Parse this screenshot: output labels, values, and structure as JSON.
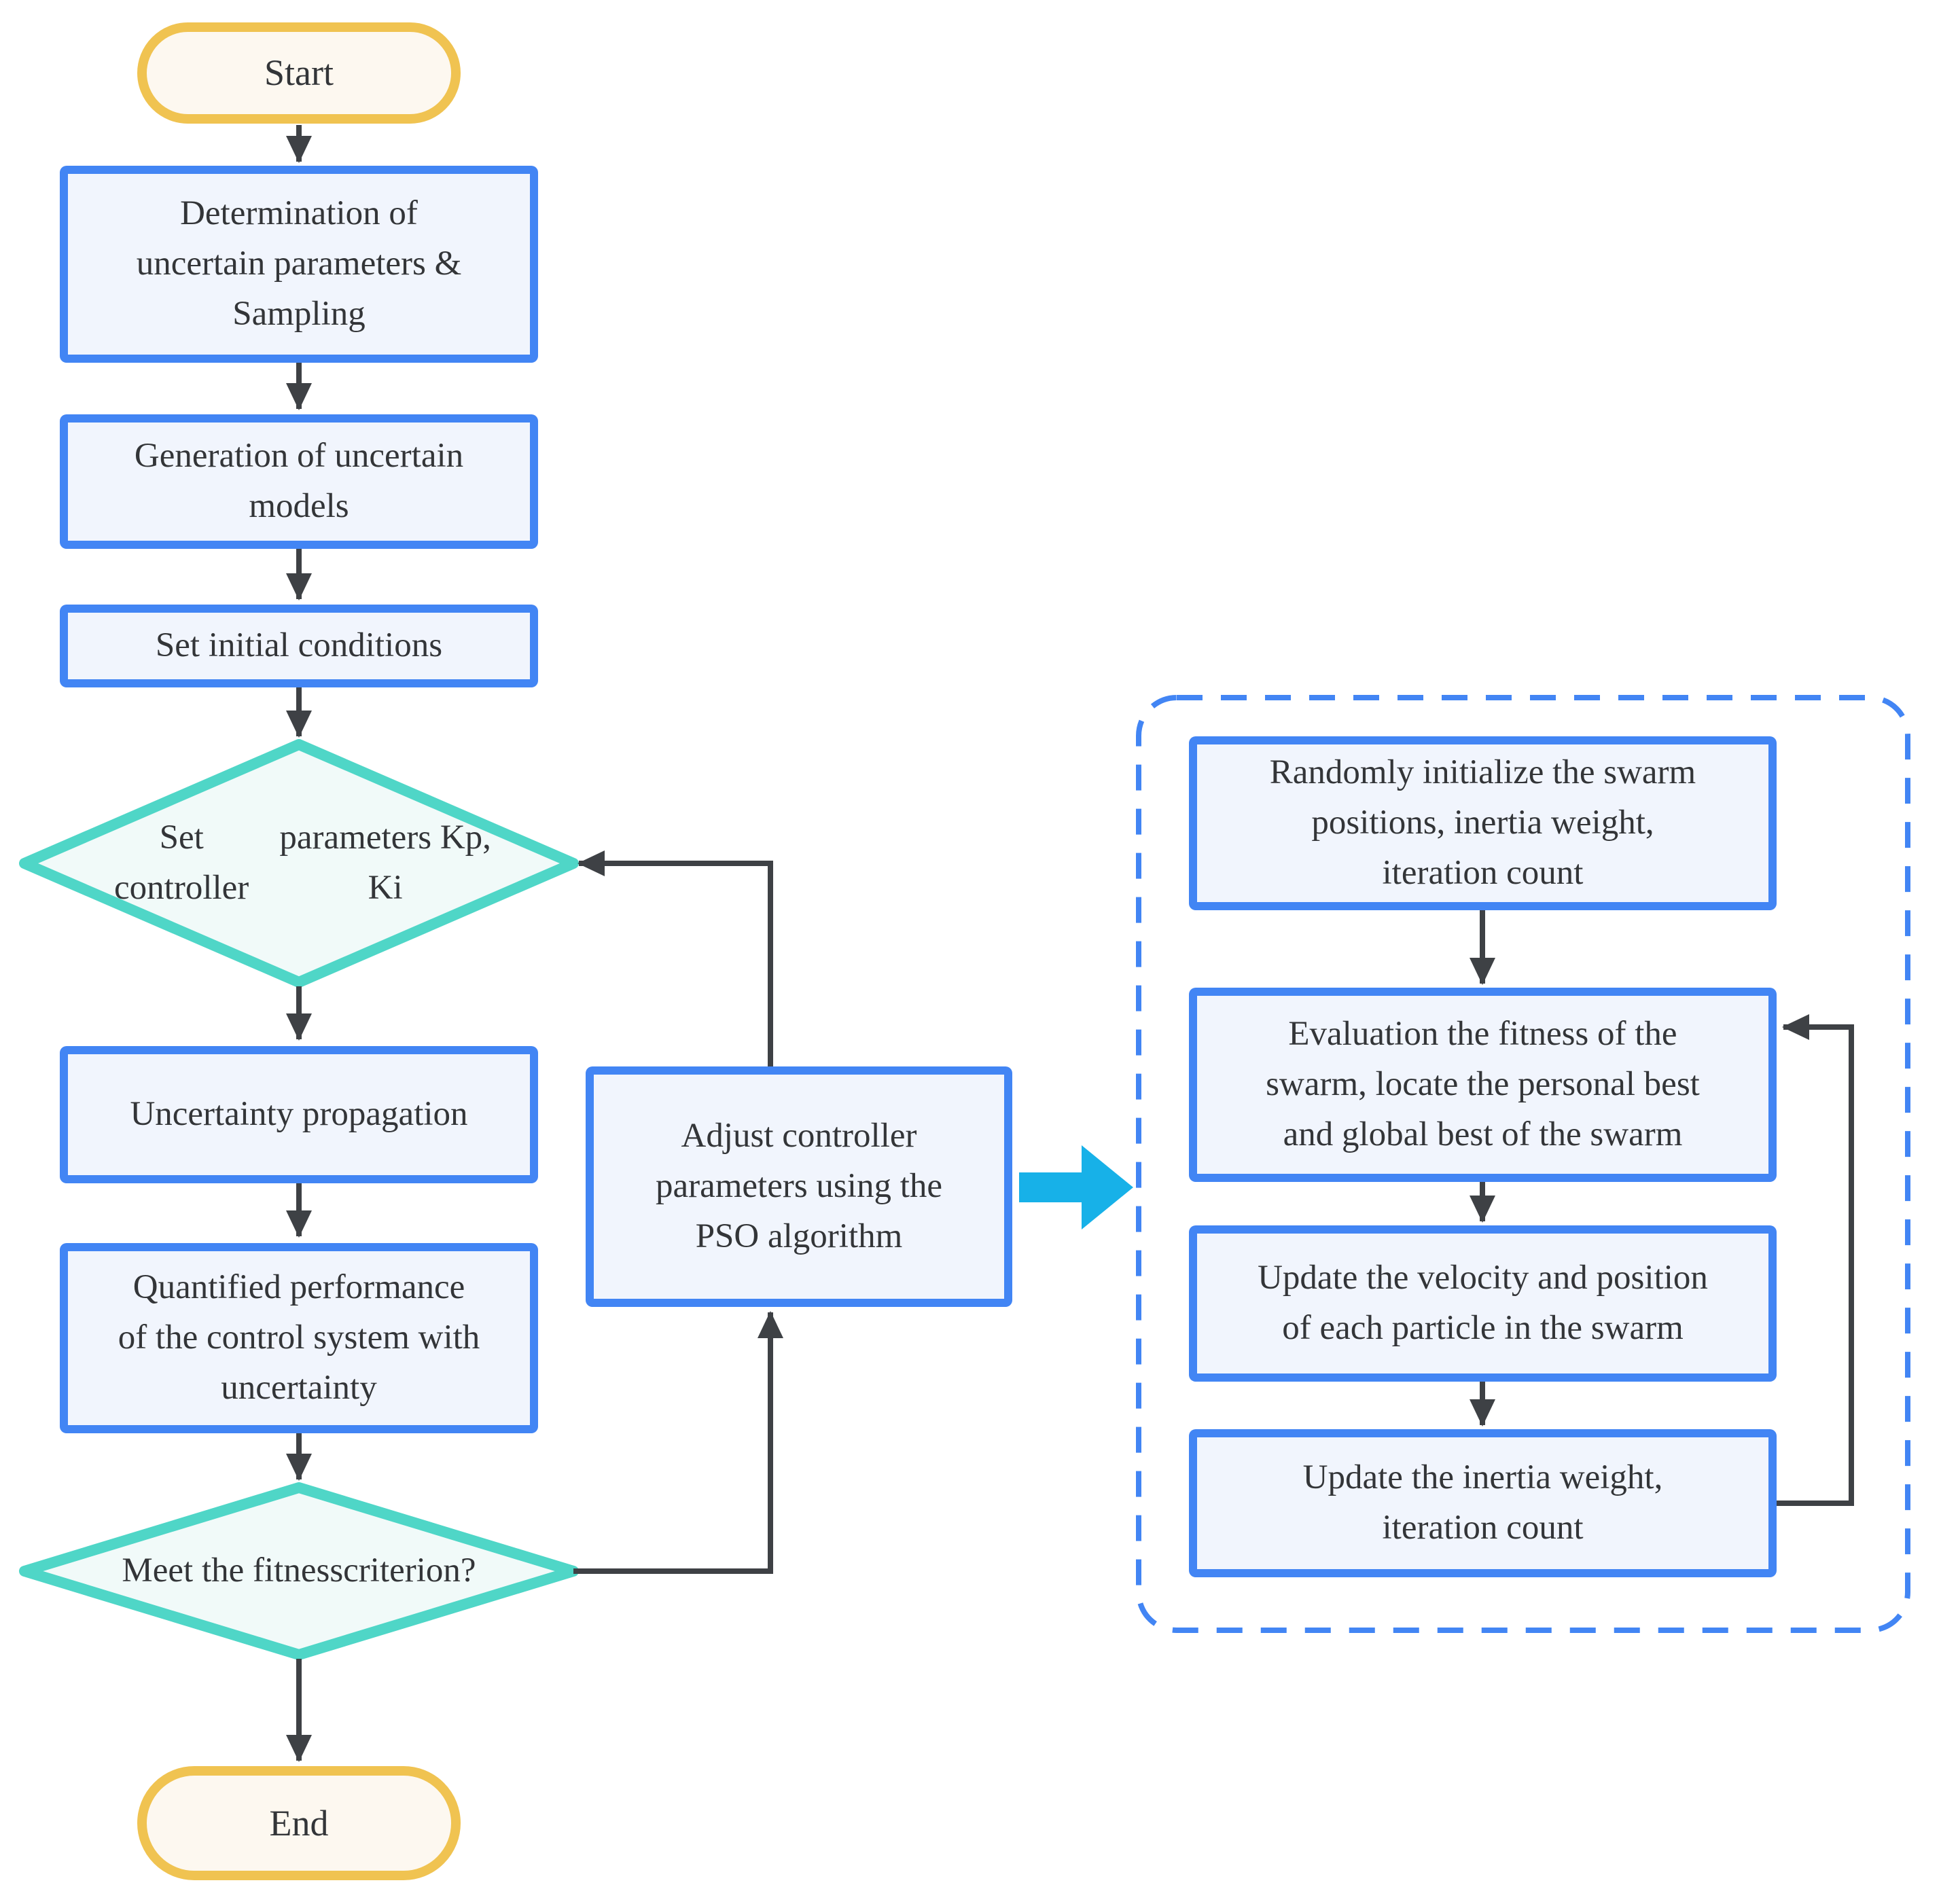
{
  "theme": {
    "blue": "#4285F4",
    "box_fill": "#F1F5FD",
    "teal": "#4FD6C7",
    "teal_fill": "#F1FAF9",
    "gold": "#F0C351",
    "gold_fill": "#FDF8F0",
    "line": "#3E4145",
    "cyan_arrow": "#17B1E8",
    "text": "#333538",
    "background": "#FFFFFF"
  },
  "nodes": {
    "start": {
      "label": "Start"
    },
    "determination": {
      "lines": [
        "Determination of",
        "uncertain parameters &",
        "Sampling"
      ]
    },
    "generation": {
      "lines": [
        "Generation of uncertain",
        "models"
      ]
    },
    "initial_conditions": {
      "lines": [
        "Set initial conditions"
      ]
    },
    "set_controller": {
      "lines": [
        "Set controller",
        "parameters Kp, Ki"
      ]
    },
    "propagation": {
      "lines": [
        "Uncertainty propagation"
      ]
    },
    "quantified": {
      "lines": [
        "Quantified performance",
        "of the control system with",
        "uncertainty"
      ]
    },
    "fitness": {
      "lines": [
        "Meet the fitness",
        "criterion?"
      ]
    },
    "end": {
      "label": "End"
    },
    "adjust": {
      "lines": [
        "Adjust controller",
        "parameters using the",
        "PSO algorithm"
      ]
    },
    "pso_init": {
      "lines": [
        "Randomly initialize the swarm",
        "positions, inertia weight,",
        "iteration count"
      ]
    },
    "pso_eval": {
      "lines": [
        "Evaluation the fitness of the",
        "swarm, locate the personal best",
        "and global best of the swarm"
      ]
    },
    "pso_update_velocity": {
      "lines": [
        "Update the velocity and position",
        "of each particle in the swarm"
      ]
    },
    "pso_update_inertia": {
      "lines": [
        "Update the inertia weight,",
        "iteration count"
      ]
    }
  }
}
